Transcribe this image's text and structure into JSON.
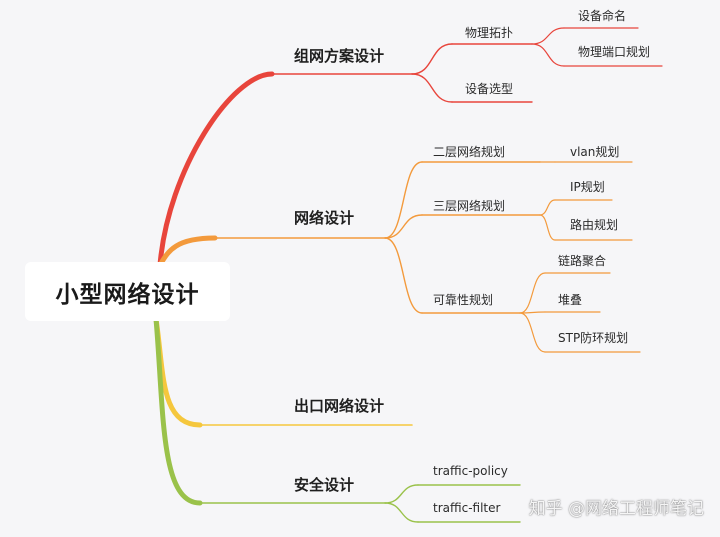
{
  "mindmap": {
    "root": "小型网络设计",
    "branches": [
      {
        "label": "组网方案设计",
        "color": "#e8453c",
        "children": [
          {
            "label": "物理拓扑",
            "children": [
              "设备命名",
              "物理端口规划"
            ]
          },
          {
            "label": "设备选型",
            "children": []
          }
        ]
      },
      {
        "label": "网络设计",
        "color": "#f39a3c",
        "children": [
          {
            "label": "二层网络规划",
            "children": [
              "vlan规划"
            ]
          },
          {
            "label": "三层网络规划",
            "children": [
              "IP规划",
              "路由规划"
            ]
          },
          {
            "label": "可靠性规划",
            "children": [
              "链路聚合",
              "堆叠",
              "STP防环规划"
            ]
          }
        ]
      },
      {
        "label": "出口网络设计",
        "color": "#f5c73d",
        "children": []
      },
      {
        "label": "安全设计",
        "color": "#9ac24a",
        "children": [
          {
            "label": "traffic-policy",
            "children": []
          },
          {
            "label": "traffic-filter",
            "children": []
          }
        ]
      }
    ]
  },
  "watermark": "知乎 @网络工程师笔记"
}
